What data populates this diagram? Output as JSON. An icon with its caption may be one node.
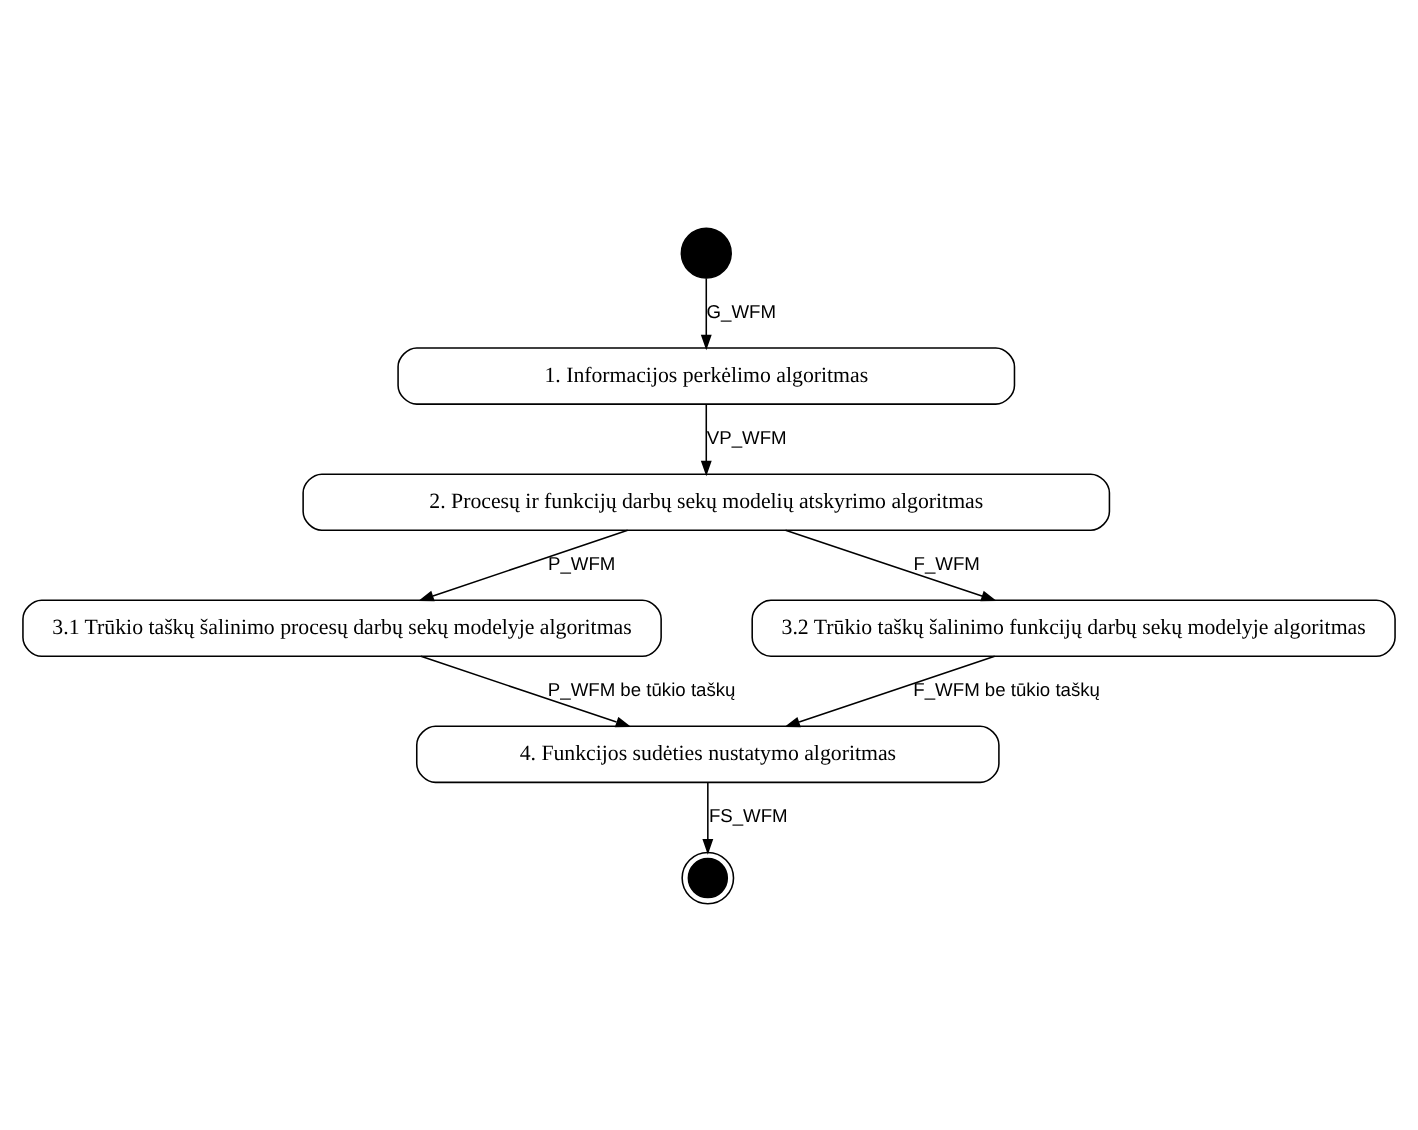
{
  "diagram": {
    "nodes": [
      {
        "text": [],
        "shape": "circle"
      },
      {
        "text": [
          "1. Informacijos perkėlimo algoritmas"
        ]
      },
      {
        "text": [
          "2. Procesų ir funkcijų darbų sekų modelių atskyrimo algoritmas"
        ]
      },
      {
        "text": [
          "3.1 Trūkio taškų šalinimo procesų darbų sekų modelyje algoritmas"
        ]
      },
      {
        "text": [
          "3.2 Trūkio taškų šalinimo funkcijų darbų sekų modelyje algoritmas"
        ]
      },
      {
        "text": [
          "4. Funkcijos sudėties nustatymo algoritmas"
        ]
      },
      {
        "text": [],
        "shape": "circle"
      }
    ],
    "edges": [
      {
        "from": 0,
        "to": 1,
        "arrow": "to",
        "label": "G_WFM"
      },
      {
        "from": 1,
        "to": 2,
        "arrow": "to",
        "label": "VP_WFM"
      },
      {
        "from": 2,
        "to": 3,
        "arrow": "to",
        "label": "P_WFM"
      },
      {
        "from": 2,
        "to": 4,
        "arrow": "to",
        "label": "F_WFM"
      },
      {
        "from": 3,
        "to": 5,
        "arrow": "to",
        "label": "P_WFM be tūkio taškų"
      },
      {
        "from": 4,
        "to": 5,
        "arrow": "to",
        "label": "F_WFM be tūkio taškų"
      },
      {
        "from": 5,
        "to": 6,
        "arrow": "to",
        "label": "FS_WFM"
      }
    ]
  }
}
